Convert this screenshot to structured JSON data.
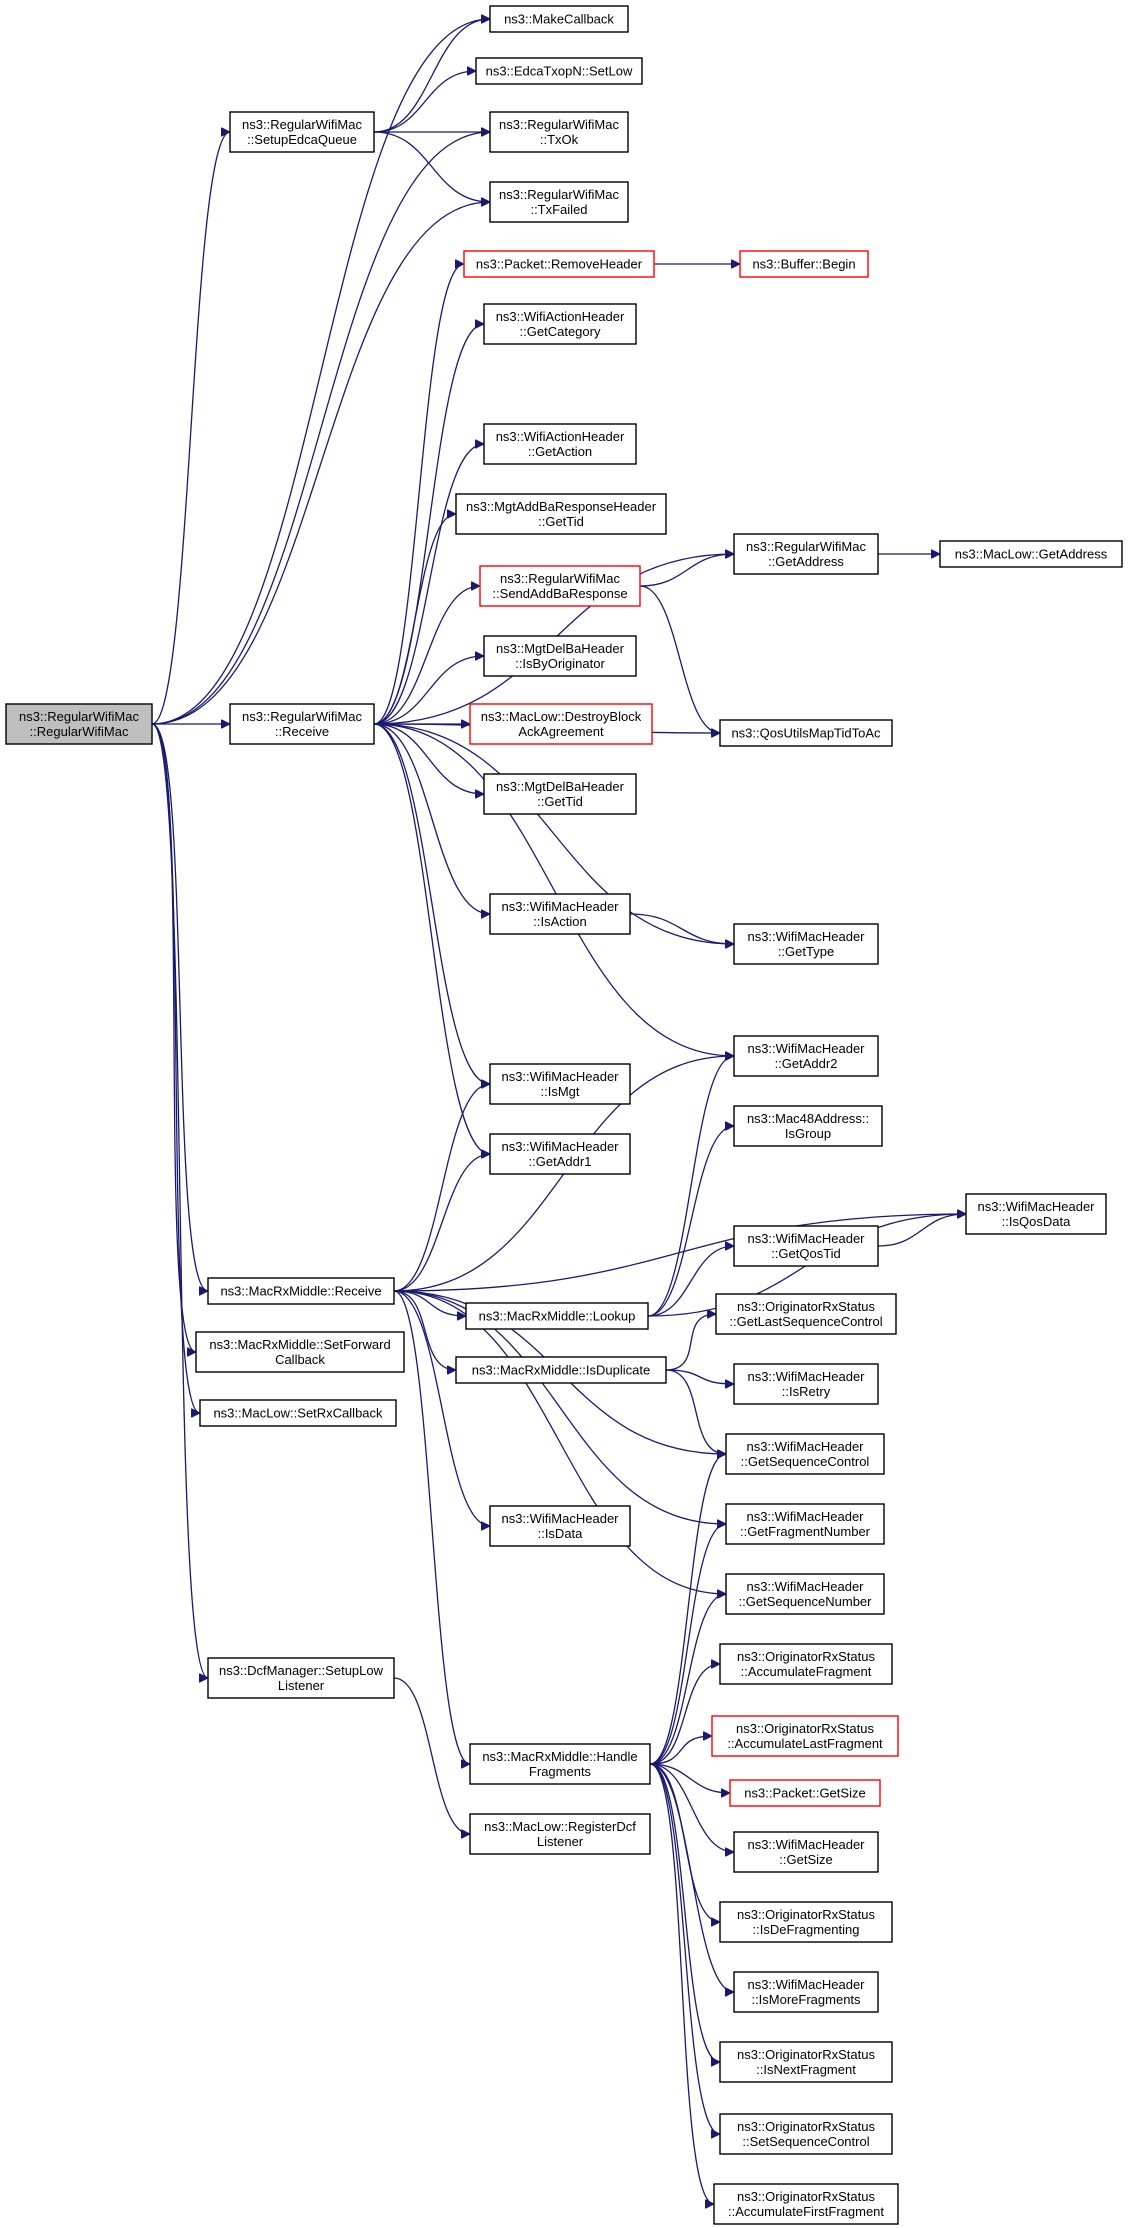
{
  "colors": {
    "edge": "#191970",
    "highlight_border": "#ff0000",
    "root_fill": "#bfbfbf"
  },
  "nodes": [
    {
      "id": "root",
      "lines": [
        "ns3::RegularWifiMac",
        "::RegularWifiMac"
      ],
      "style": "root"
    },
    {
      "id": "makecallback",
      "lines": [
        "ns3::MakeCallback"
      ]
    },
    {
      "id": "setupedca",
      "lines": [
        "ns3::RegularWifiMac",
        "::SetupEdcaQueue"
      ]
    },
    {
      "id": "setlow",
      "lines": [
        "ns3::EdcaTxopN::SetLow"
      ]
    },
    {
      "id": "txok",
      "lines": [
        "ns3::RegularWifiMac",
        "::TxOk"
      ]
    },
    {
      "id": "txfailed",
      "lines": [
        "ns3::RegularWifiMac",
        "::TxFailed"
      ]
    },
    {
      "id": "removeheader",
      "lines": [
        "ns3::Packet::RemoveHeader"
      ],
      "style": "red"
    },
    {
      "id": "bufferbegin",
      "lines": [
        "ns3::Buffer::Begin"
      ],
      "style": "red"
    },
    {
      "id": "getcategory",
      "lines": [
        "ns3::WifiActionHeader",
        "::GetCategory"
      ]
    },
    {
      "id": "getaction",
      "lines": [
        "ns3::WifiActionHeader",
        "::GetAction"
      ]
    },
    {
      "id": "addbatid",
      "lines": [
        "ns3::MgtAddBaResponseHeader",
        "::GetTid"
      ]
    },
    {
      "id": "getaddress",
      "lines": [
        "ns3::RegularWifiMac",
        "::GetAddress"
      ]
    },
    {
      "id": "maclowgetaddress",
      "lines": [
        "ns3::MacLow::GetAddress"
      ]
    },
    {
      "id": "sendaddba",
      "lines": [
        "ns3::RegularWifiMac",
        "::SendAddBaResponse"
      ],
      "style": "red"
    },
    {
      "id": "isbyoriginator",
      "lines": [
        "ns3::MgtDelBaHeader",
        "::IsByOriginator"
      ]
    },
    {
      "id": "receive",
      "lines": [
        "ns3::RegularWifiMac",
        "::Receive"
      ]
    },
    {
      "id": "destroyblock",
      "lines": [
        "ns3::MacLow::DestroyBlock",
        "AckAgreement"
      ],
      "style": "red"
    },
    {
      "id": "qosutils",
      "lines": [
        "ns3::QosUtilsMapTidToAc"
      ]
    },
    {
      "id": "delbatid",
      "lines": [
        "ns3::MgtDelBaHeader",
        "::GetTid"
      ]
    },
    {
      "id": "isaction",
      "lines": [
        "ns3::WifiMacHeader",
        "::IsAction"
      ]
    },
    {
      "id": "gettype",
      "lines": [
        "ns3::WifiMacHeader",
        "::GetType"
      ]
    },
    {
      "id": "getaddr2",
      "lines": [
        "ns3::WifiMacHeader",
        "::GetAddr2"
      ]
    },
    {
      "id": "ismgt",
      "lines": [
        "ns3::WifiMacHeader",
        "::IsMgt"
      ]
    },
    {
      "id": "isgroup",
      "lines": [
        "ns3::Mac48Address::",
        "IsGroup"
      ]
    },
    {
      "id": "getaddr1",
      "lines": [
        "ns3::WifiMacHeader",
        "::GetAddr1"
      ]
    },
    {
      "id": "isqosdata",
      "lines": [
        "ns3::WifiMacHeader",
        "::IsQosData"
      ]
    },
    {
      "id": "getqostid",
      "lines": [
        "ns3::WifiMacHeader",
        "::GetQosTid"
      ]
    },
    {
      "id": "rxreceive",
      "lines": [
        "ns3::MacRxMiddle::Receive"
      ]
    },
    {
      "id": "lookup",
      "lines": [
        "ns3::MacRxMiddle::Lookup"
      ]
    },
    {
      "id": "getlastseq",
      "lines": [
        "ns3::OriginatorRxStatus",
        "::GetLastSequenceControl"
      ]
    },
    {
      "id": "setforward",
      "lines": [
        "ns3::MacRxMiddle::SetForward",
        "Callback"
      ]
    },
    {
      "id": "isduplicate",
      "lines": [
        "ns3::MacRxMiddle::IsDuplicate"
      ]
    },
    {
      "id": "isretry",
      "lines": [
        "ns3::WifiMacHeader",
        "::IsRetry"
      ]
    },
    {
      "id": "setrxcallback",
      "lines": [
        "ns3::MacLow::SetRxCallback"
      ]
    },
    {
      "id": "getseqcontrol",
      "lines": [
        "ns3::WifiMacHeader",
        "::GetSequenceControl"
      ]
    },
    {
      "id": "isdata",
      "lines": [
        "ns3::WifiMacHeader",
        "::IsData"
      ]
    },
    {
      "id": "getfragnum",
      "lines": [
        "ns3::WifiMacHeader",
        "::GetFragmentNumber"
      ]
    },
    {
      "id": "getseqnum",
      "lines": [
        "ns3::WifiMacHeader",
        "::GetSequenceNumber"
      ]
    },
    {
      "id": "accumfrag",
      "lines": [
        "ns3::OriginatorRxStatus",
        "::AccumulateFragment"
      ]
    },
    {
      "id": "dcfsetup",
      "lines": [
        "ns3::DcfManager::SetupLow",
        "Listener"
      ]
    },
    {
      "id": "accumlast",
      "lines": [
        "ns3::OriginatorRxStatus",
        "::AccumulateLastFragment"
      ],
      "style": "red"
    },
    {
      "id": "handlefrag",
      "lines": [
        "ns3::MacRxMiddle::Handle",
        "Fragments"
      ]
    },
    {
      "id": "packetgetsize",
      "lines": [
        "ns3::Packet::GetSize"
      ],
      "style": "red"
    },
    {
      "id": "registerdcf",
      "lines": [
        "ns3::MacLow::RegisterDcf",
        "Listener"
      ]
    },
    {
      "id": "hdrgetsize",
      "lines": [
        "ns3::WifiMacHeader",
        "::GetSize"
      ]
    },
    {
      "id": "isdefrag",
      "lines": [
        "ns3::OriginatorRxStatus",
        "::IsDeFragmenting"
      ]
    },
    {
      "id": "ismorefrag",
      "lines": [
        "ns3::WifiMacHeader",
        "::IsMoreFragments"
      ]
    },
    {
      "id": "isnextfrag",
      "lines": [
        "ns3::OriginatorRxStatus",
        "::IsNextFragment"
      ]
    },
    {
      "id": "setseqcontrol",
      "lines": [
        "ns3::OriginatorRxStatus",
        "::SetSequenceControl"
      ]
    },
    {
      "id": "accumfirst",
      "lines": [
        "ns3::OriginatorRxStatus",
        "::AccumulateFirstFragment"
      ]
    }
  ],
  "edges": [
    [
      "root",
      "makecallback"
    ],
    [
      "root",
      "setupedca"
    ],
    [
      "root",
      "txok"
    ],
    [
      "root",
      "txfailed"
    ],
    [
      "root",
      "receive"
    ],
    [
      "root",
      "rxreceive"
    ],
    [
      "root",
      "setforward"
    ],
    [
      "root",
      "setrxcallback"
    ],
    [
      "root",
      "dcfsetup"
    ],
    [
      "setupedca",
      "makecallback"
    ],
    [
      "setupedca",
      "setlow"
    ],
    [
      "setupedca",
      "txok"
    ],
    [
      "setupedca",
      "txfailed"
    ],
    [
      "receive",
      "removeheader"
    ],
    [
      "receive",
      "getcategory"
    ],
    [
      "receive",
      "getaction"
    ],
    [
      "receive",
      "addbatid"
    ],
    [
      "receive",
      "getaddress"
    ],
    [
      "receive",
      "sendaddba"
    ],
    [
      "receive",
      "isbyoriginator"
    ],
    [
      "receive",
      "destroyblock"
    ],
    [
      "receive",
      "qosutils"
    ],
    [
      "receive",
      "delbatid"
    ],
    [
      "receive",
      "isaction"
    ],
    [
      "receive",
      "gettype"
    ],
    [
      "receive",
      "getaddr2"
    ],
    [
      "receive",
      "ismgt"
    ],
    [
      "receive",
      "getaddr1"
    ],
    [
      "removeheader",
      "bufferbegin"
    ],
    [
      "sendaddba",
      "getaddress"
    ],
    [
      "sendaddba",
      "qosutils"
    ],
    [
      "getaddress",
      "maclowgetaddress"
    ],
    [
      "isaction",
      "gettype"
    ],
    [
      "rxreceive",
      "ismgt"
    ],
    [
      "rxreceive",
      "getaddr1"
    ],
    [
      "rxreceive",
      "getaddr2"
    ],
    [
      "rxreceive",
      "isqosdata"
    ],
    [
      "rxreceive",
      "lookup"
    ],
    [
      "rxreceive",
      "isduplicate"
    ],
    [
      "rxreceive",
      "getseqcontrol"
    ],
    [
      "rxreceive",
      "isdata"
    ],
    [
      "rxreceive",
      "getfragnum"
    ],
    [
      "rxreceive",
      "getseqnum"
    ],
    [
      "rxreceive",
      "handlefrag"
    ],
    [
      "lookup",
      "getaddr2"
    ],
    [
      "lookup",
      "isgroup"
    ],
    [
      "lookup",
      "isqosdata"
    ],
    [
      "lookup",
      "getqostid"
    ],
    [
      "getqostid",
      "isqosdata"
    ],
    [
      "isduplicate",
      "getlastseq"
    ],
    [
      "isduplicate",
      "isretry"
    ],
    [
      "isduplicate",
      "getseqcontrol"
    ],
    [
      "handlefrag",
      "getseqcontrol"
    ],
    [
      "handlefrag",
      "getfragnum"
    ],
    [
      "handlefrag",
      "getseqnum"
    ],
    [
      "handlefrag",
      "accumfrag"
    ],
    [
      "handlefrag",
      "accumlast"
    ],
    [
      "handlefrag",
      "packetgetsize"
    ],
    [
      "handlefrag",
      "hdrgetsize"
    ],
    [
      "handlefrag",
      "isdefrag"
    ],
    [
      "handlefrag",
      "ismorefrag"
    ],
    [
      "handlefrag",
      "isnextfrag"
    ],
    [
      "handlefrag",
      "setseqcontrol"
    ],
    [
      "handlefrag",
      "accumfirst"
    ],
    [
      "dcfsetup",
      "registerdcf"
    ]
  ]
}
